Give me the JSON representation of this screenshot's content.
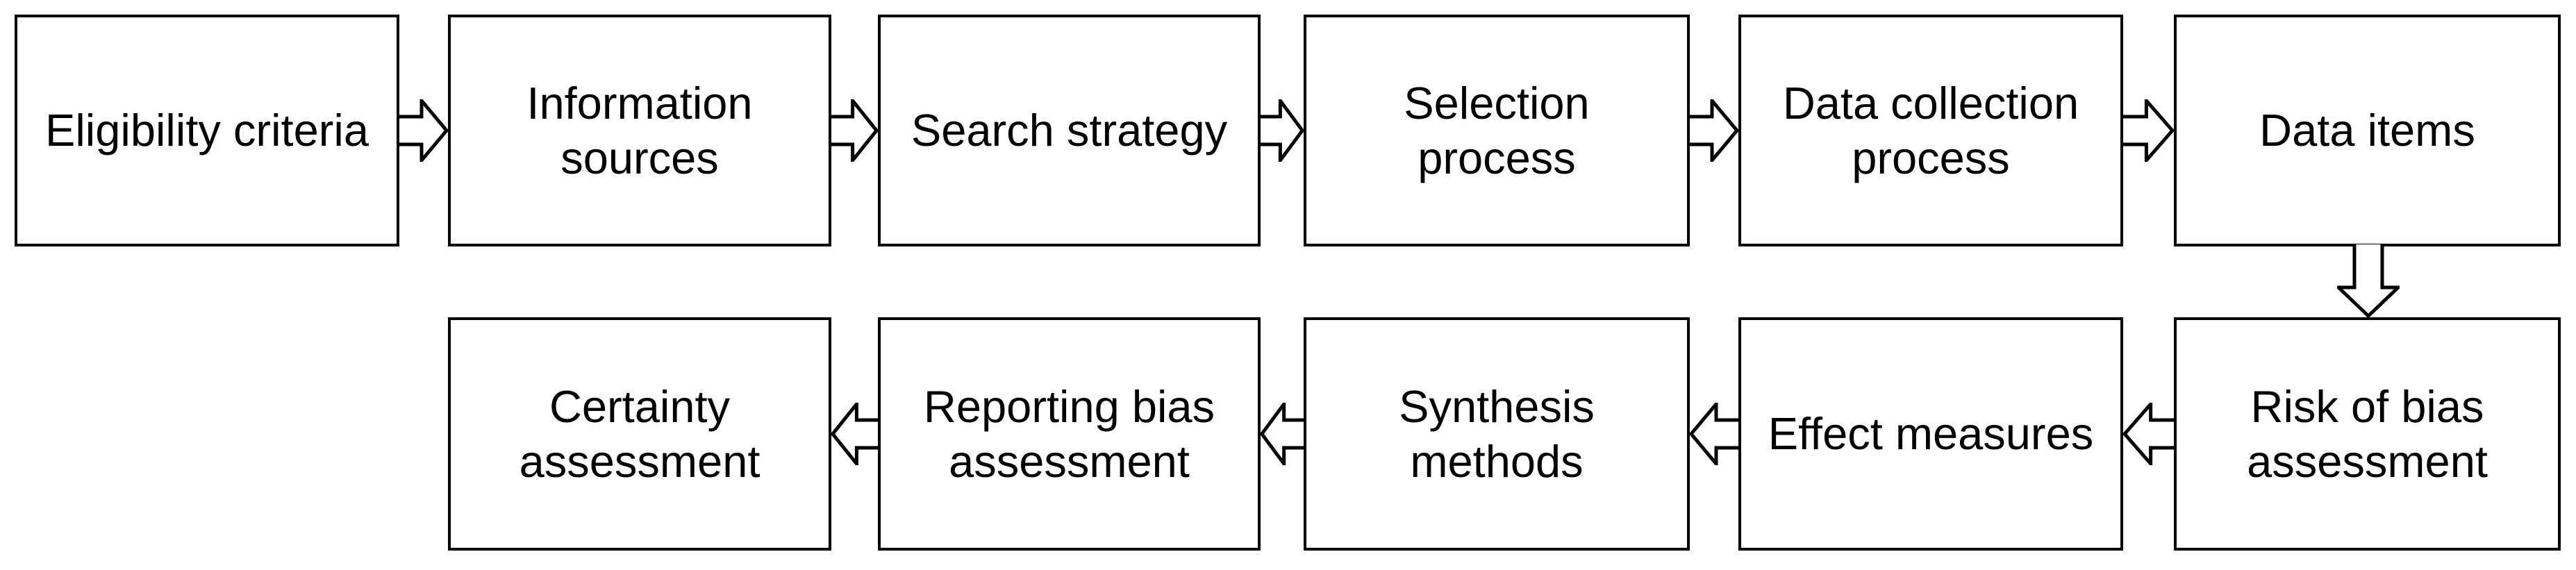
{
  "diagram": {
    "colors": {
      "background": "#ffffff",
      "box_fill": "#ffffff",
      "line": "#000000",
      "text": "#000000"
    },
    "top_row": [
      {
        "label": "Eligibility criteria"
      },
      {
        "label": "Information\nsources"
      },
      {
        "label": "Search strategy"
      },
      {
        "label": "Selection\nprocess"
      },
      {
        "label": "Data collection\nprocess"
      },
      {
        "label": "Data items"
      }
    ],
    "bottom_row": [
      {
        "label": "Certainty\nassessment"
      },
      {
        "label": "Reporting bias\nassessment"
      },
      {
        "label": "Synthesis\nmethods"
      },
      {
        "label": "Effect measures"
      },
      {
        "label": "Risk of bias\nassessment"
      }
    ],
    "connections": [
      {
        "from": "Eligibility criteria",
        "to": "Information sources",
        "direction": "right"
      },
      {
        "from": "Information sources",
        "to": "Search strategy",
        "direction": "right"
      },
      {
        "from": "Search strategy",
        "to": "Selection process",
        "direction": "right"
      },
      {
        "from": "Selection process",
        "to": "Data collection process",
        "direction": "right"
      },
      {
        "from": "Data collection process",
        "to": "Data items",
        "direction": "right"
      },
      {
        "from": "Data items",
        "to": "Risk of bias assessment",
        "direction": "down"
      },
      {
        "from": "Risk of bias assessment",
        "to": "Effect measures",
        "direction": "left"
      },
      {
        "from": "Effect measures",
        "to": "Synthesis methods",
        "direction": "left"
      },
      {
        "from": "Synthesis methods",
        "to": "Reporting bias assessment",
        "direction": "left"
      },
      {
        "from": "Reporting bias assessment",
        "to": "Certainty assessment",
        "direction": "left"
      }
    ]
  }
}
